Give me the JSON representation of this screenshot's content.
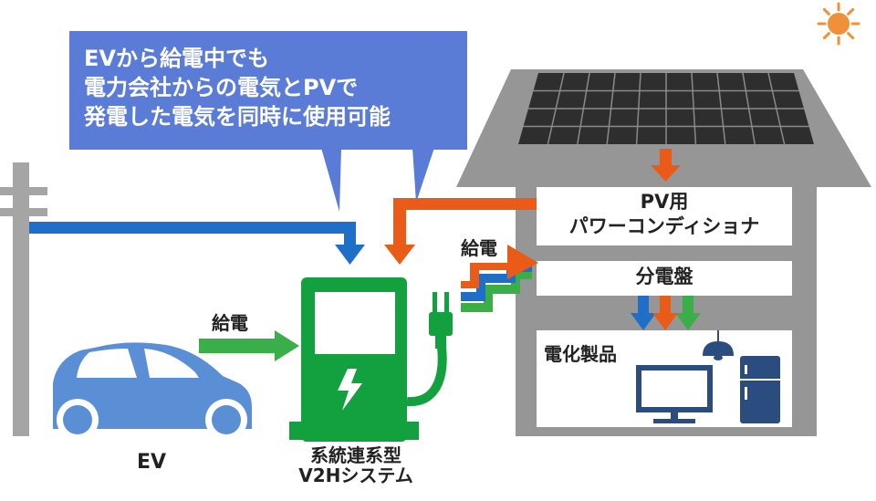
{
  "callout": {
    "lines": [
      "EVから給電中でも",
      "電力会社からの電気とPVで",
      "発電した電気を同時に使用可能"
    ]
  },
  "house": {
    "pcs_lines": [
      "PV用",
      "パワーコンディショナ"
    ],
    "panel_label": "分電盤",
    "appliances_label": "電化製品"
  },
  "flows": {
    "supply_left": "給電",
    "supply_right": "給電"
  },
  "ev_label": "EV",
  "v2h_lines": [
    "系統連系型",
    "V2Hシステム"
  ],
  "colors": {
    "callout": "#5a7bd6",
    "grid_blue": "#1f6fc9",
    "pv_orange": "#ea5b17",
    "ev_green": "#3aae49",
    "charger_green": "#13a03f",
    "house_gray": "#969696",
    "panel_dark": "#2e2e2e",
    "ev_body": "#5a8fd6",
    "sun": "#f0913a"
  }
}
